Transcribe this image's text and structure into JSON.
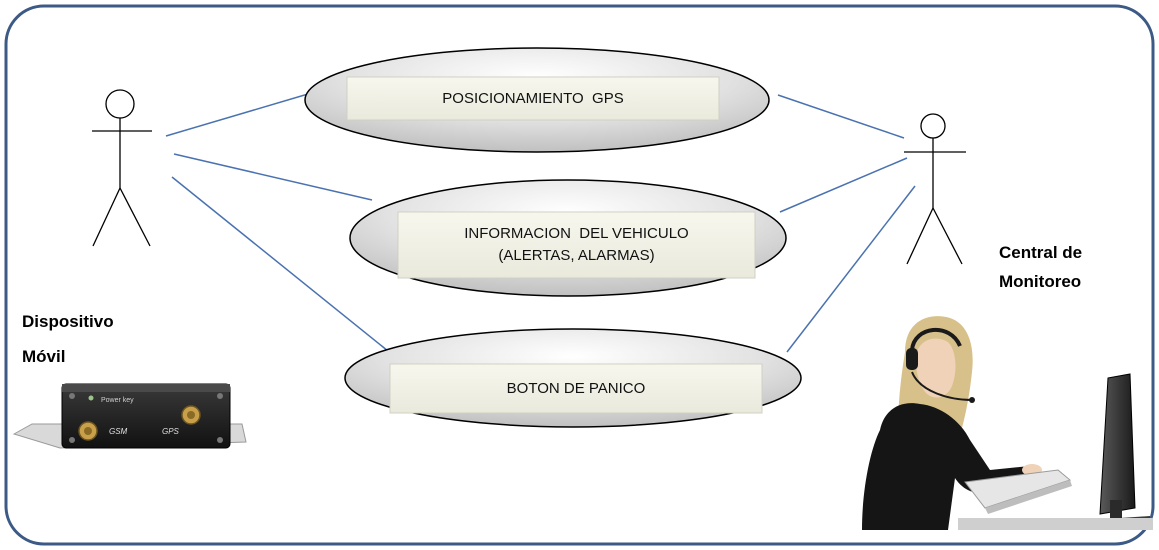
{
  "use_cases": [
    {
      "id": "gps",
      "label": "POSICIONAMIENTO  GPS"
    },
    {
      "id": "info",
      "label": "INFORMACION  DEL VEHICULO",
      "sublabel": "(ALERTAS, ALARMAS)"
    },
    {
      "id": "panic",
      "label": "BOTON DE PANICO"
    }
  ],
  "actors": {
    "left": {
      "line1": "Dispositivo",
      "line2": "Móvil"
    },
    "right": {
      "line1": "Central de",
      "line2": "Monitoreo"
    }
  },
  "device": {
    "power_label": "Power key",
    "port1": "GSM",
    "port2": "GPS"
  },
  "colors": {
    "frame": "#3c5a86",
    "association": "#4a72b0",
    "ellipse_fill": "#d8d8d8",
    "box_fill": "#efefe3"
  }
}
